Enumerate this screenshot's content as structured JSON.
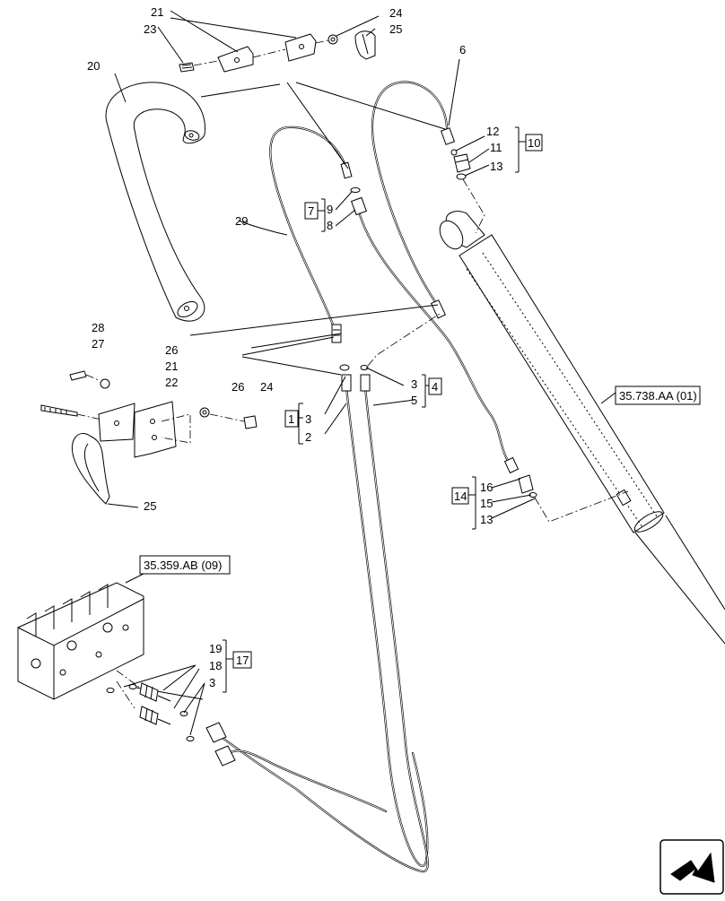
{
  "callouts": {
    "n21a": "21",
    "n23": "23",
    "n24a": "24",
    "n25a": "25",
    "n6": "6",
    "n20": "20",
    "n12": "12",
    "n11": "11",
    "n13a": "13",
    "n10": "10",
    "n7": "7",
    "n9": "9",
    "n8": "8",
    "n29": "29",
    "n28": "28",
    "n27": "27",
    "n26a": "26",
    "n21b": "21",
    "n22": "22",
    "n26b": "26",
    "n24b": "24",
    "n3a": "3",
    "n4": "4",
    "n5": "5",
    "n1": "1",
    "n3b": "3",
    "n2": "2",
    "n25b": "25",
    "n16": "16",
    "n15": "15",
    "n13b": "13",
    "n14": "14",
    "n19": "19",
    "n18": "18",
    "n3c": "3",
    "n17": "17"
  },
  "references": {
    "cylinder": "35.738.AA (01)",
    "valve": "35.359.AB (09)"
  }
}
